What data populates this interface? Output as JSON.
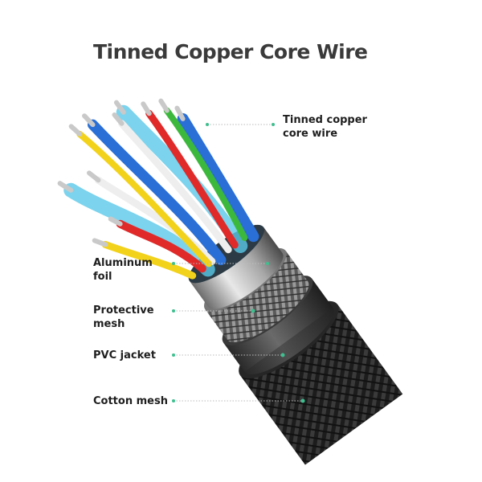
{
  "title": "Tinned Copper Core Wire",
  "labels": {
    "core_wire": [
      "Tinned copper",
      "core wire"
    ],
    "aluminum_foil": [
      "Aluminum",
      "foil"
    ],
    "protective_mesh": [
      "Protective",
      "mesh"
    ],
    "pvc_jacket": "PVC jacket",
    "cotton_mesh": "Cotton mesh"
  },
  "colors": {
    "leader_dot": "#3fbf8f",
    "wire_blue": "#2a6fd6",
    "wire_red": "#e02a2a",
    "wire_yellow": "#f2d21b",
    "wire_green": "#3cb83c",
    "wire_white": "#eeeeee",
    "shield_cyan": "#5ac8e8"
  }
}
